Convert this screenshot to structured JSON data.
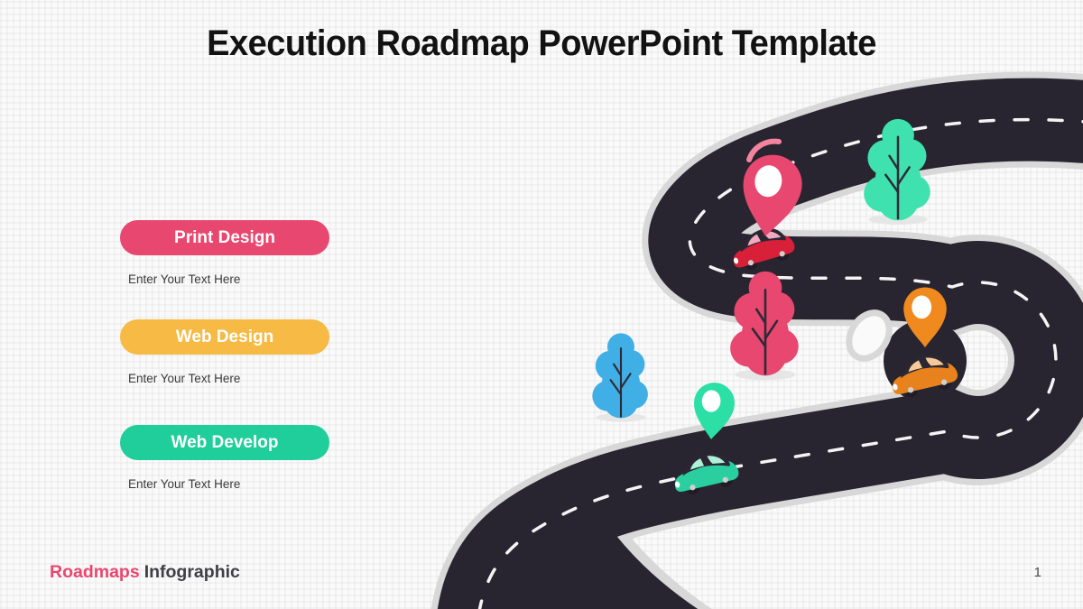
{
  "slide": {
    "title": "Execution Roadmap PowerPoint Template",
    "page_number": "1"
  },
  "milestones": [
    {
      "label": "Print Design",
      "caption": "Enter Your Text Here",
      "color": "#E8476F"
    },
    {
      "label": "Web Design",
      "caption": "Enter Your Text Here",
      "color": "#F6BA45"
    },
    {
      "label": "Web Develop",
      "caption": "Enter Your Text Here",
      "color": "#20CE9B"
    }
  ],
  "footer": {
    "brand_primary": "Roadmaps",
    "brand_secondary": "Infographic"
  },
  "illustration": {
    "type": "winding-s-curve-road",
    "pins": [
      "pink-location-pin",
      "orange-location-pin",
      "teal-location-pin"
    ],
    "trees": [
      "teal-tree",
      "pink-tree",
      "blue-tree"
    ],
    "cars": [
      "red-car",
      "orange-car",
      "green-car"
    ]
  },
  "colors": {
    "title-text": "#121212",
    "caption-text": "#3B3B3B",
    "brand-primary": "#E8476F",
    "brand-secondary": "#3F3F46",
    "page-number": "#4A4A4A",
    "road": "#282530",
    "casing": "#D8D8D8",
    "lane": "#FFFFFF",
    "shadow": "#E6E6E6",
    "trunk": "#2E2A38",
    "pin-pink": "#E8476F",
    "pin-pink-light": "#F4849D",
    "pin-orange": "#F08A1F",
    "pin-teal": "#2BDFA5",
    "pin-hole": "#FFFFFF",
    "tree-teal": "#3FE2AE",
    "tree-pink": "#E8476F",
    "tree-blue": "#3FAFE5",
    "car-roof": "#2A2733",
    "wheel": "#1F1C26",
    "hub": "#CFCFCF",
    "car-red-body": "#D82038",
    "car-red-window": "#F2A9BE",
    "car-orange-body": "#E8821C",
    "car-orange-window": "#F6C998",
    "car-green-body": "#2BCF9F",
    "car-green-window": "#AFF0D9"
  }
}
